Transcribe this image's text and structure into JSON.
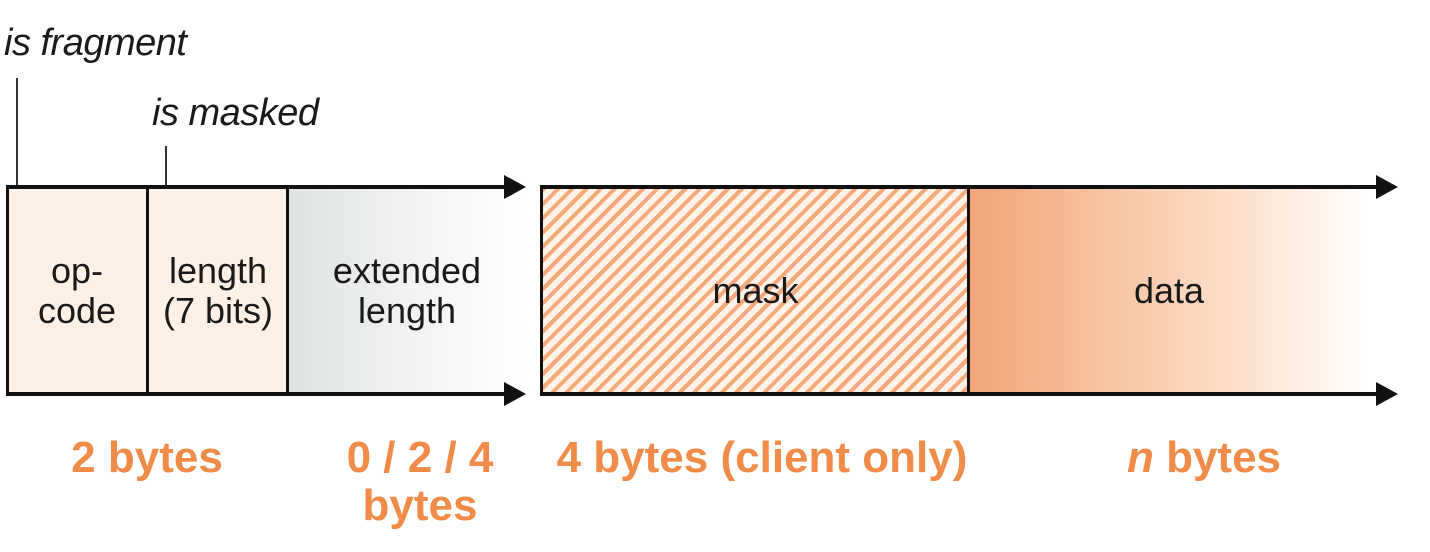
{
  "callouts": {
    "is_fragment": "is fragment",
    "is_masked": "is masked"
  },
  "fields": {
    "opcode": {
      "line1": "op-",
      "line2": "code"
    },
    "length": {
      "line1": "length",
      "line2": "(7 bits)"
    },
    "extended_length": {
      "line1": "extended",
      "line2": "length"
    },
    "mask": {
      "label": "mask"
    },
    "data": {
      "label": "data"
    }
  },
  "sizes": {
    "header": "2 bytes",
    "extended_line1": "0 / 2 / 4",
    "extended_line2": "bytes",
    "mask": "4 bytes (client only)",
    "data_n": "n",
    "data_rest": " bytes"
  },
  "colors": {
    "accent_text": "#f18b48",
    "field_fill": "#fdf0e6",
    "hatch": "#f5a97a",
    "data_gradient_start": "#f3a57a",
    "extended_gradient_start": "#dfe2e3"
  }
}
